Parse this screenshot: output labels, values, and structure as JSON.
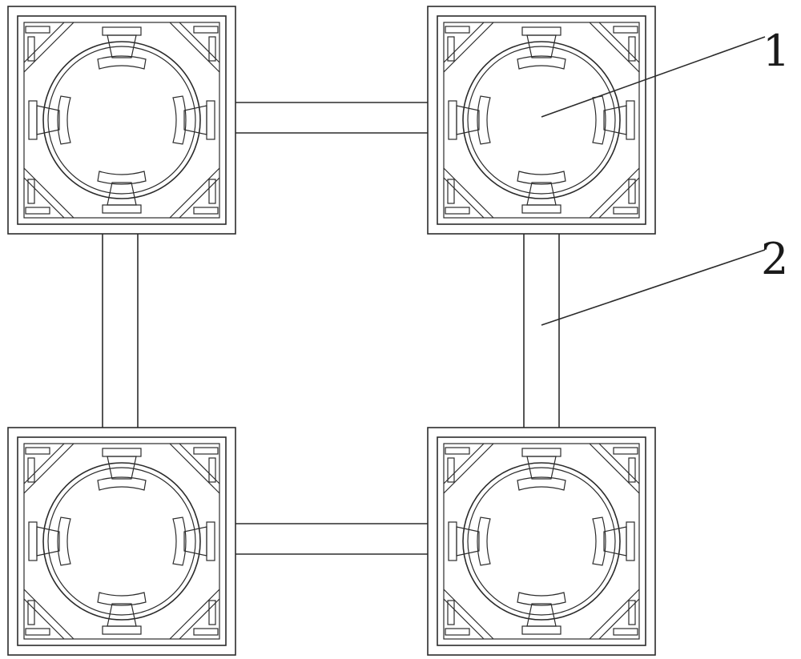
{
  "labels": [
    {
      "id": "callout-1",
      "text": "1"
    },
    {
      "id": "callout-2",
      "text": "2"
    }
  ],
  "colors": {
    "line": "#2b2b2b",
    "background": "#ffffff"
  }
}
